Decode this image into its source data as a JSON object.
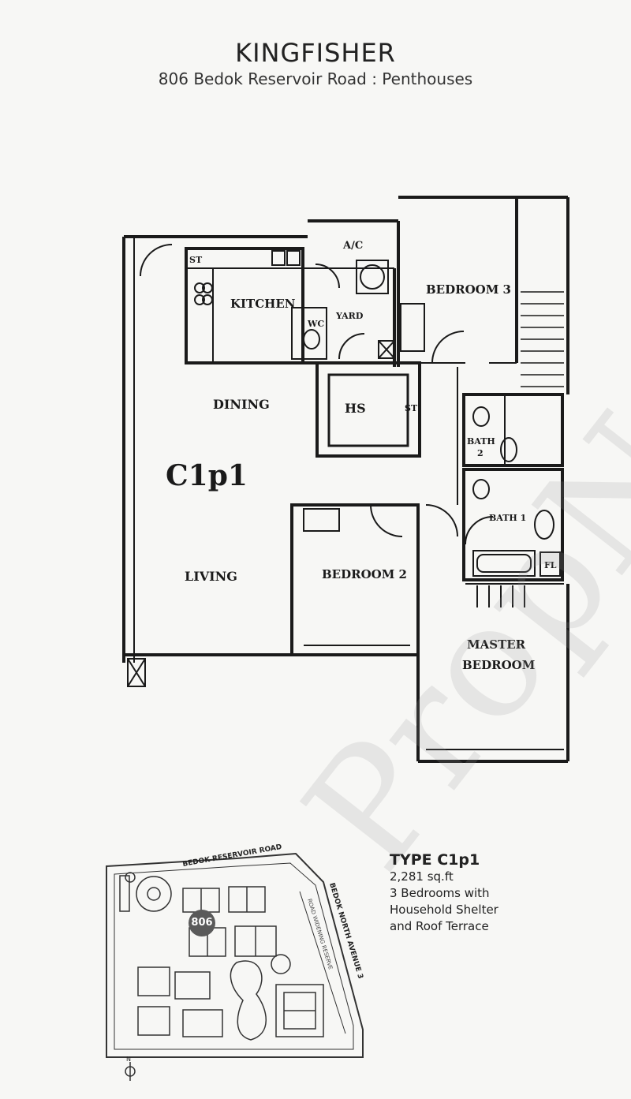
{
  "header": {
    "title": "KINGFISHER",
    "subtitle": "806 Bedok Reservoir Road : Penthouses"
  },
  "floorplan": {
    "unit_code": "C1p1",
    "rooms": {
      "kitchen": "KITCHEN",
      "yard": "YARD",
      "ac": "A/C",
      "wc": "WC",
      "st1": "ST",
      "st2": "ST",
      "hs": "HS",
      "dining": "DINING",
      "living": "LIVING",
      "bedroom2": "BEDROOM 2",
      "bedroom3": "BEDROOM 3",
      "bath1": "BATH 1",
      "bath2": "BATH",
      "bath2_num": "2",
      "fl": "FL",
      "master1": "MASTER",
      "master2": "BEDROOM"
    }
  },
  "watermark": "PropNex",
  "site_plan": {
    "road_top": "BEDOK RESERVOIR ROAD",
    "road_right": "BEDOK NORTH AVENUE 3",
    "road_reserve": "ROAD WIDENING RESERVE",
    "unit_badge": "806",
    "north_label": "N"
  },
  "type_info": {
    "title": "TYPE C1p1",
    "area": "2,281 sq.ft",
    "line1": "3 Bedrooms with",
    "line2": "Household Shelter",
    "line3": "and Roof Terrace"
  }
}
